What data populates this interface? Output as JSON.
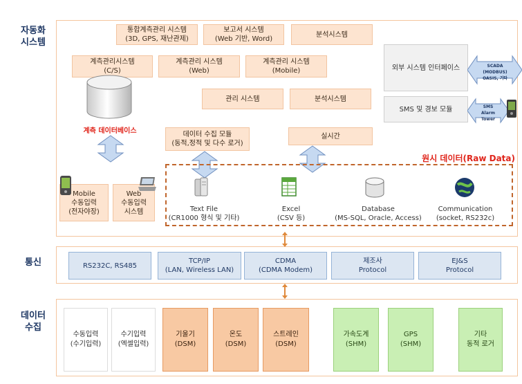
{
  "sections": {
    "automation": "자동화\n시스템",
    "comm": "통신",
    "collect": "데이터\n수집"
  },
  "top_boxes": {
    "integrated": "통합계측관리 시스템\n(3D, GPS, 재난관제)",
    "report": "보고서 시스템\n(Web 기반, Word)",
    "analysis1": "분석시스템",
    "mgmt_cs": "계측관리시스템\n(C/S)",
    "mgmt_web": "계측관리 시스템\n(Web)",
    "mgmt_mobile": "계측관리 시스템\n(Mobile)",
    "admin": "관리 시스템",
    "analysis2": "분석시스템",
    "ext_interface": "외부 시스템 인터페이스",
    "sms": "SMS 및 경보 모듈",
    "collector": "데이터 수집 모듈\n(동적,정적 및 다수 로거)",
    "realtime": "실시간"
  },
  "arrows": {
    "scada": "SCADA (MODBUS)\nOASIS, 기타",
    "sms_arrow": "SMS\nAlarm Tower"
  },
  "db_label": "계측 데이터베이스",
  "raw_data_title": "원시 데이터(Raw Data)",
  "inputs": {
    "mobile": "Mobile\n수동입력\n(전자야장)",
    "web": "Web\n수동입력\n시스템"
  },
  "sources": [
    {
      "label": "Text File\n(CR1000 형식 및 기타)",
      "icon": "text-file-icon"
    },
    {
      "label": "Excel\n(CSV 등)",
      "icon": "excel-icon"
    },
    {
      "label": "Database\n(MS-SQL, Oracle, Access)",
      "icon": "database-icon"
    },
    {
      "label": "Communication\n(socket, RS232c)",
      "icon": "globe-icon"
    }
  ],
  "comm_boxes": [
    "RS232C, RS485",
    "TCP/IP\n(LAN, Wireless LAN)",
    "CDMA\n(CDMA Modem)",
    "제조사\nProtocol",
    "EJ&S\nProtocol"
  ],
  "collect_boxes": [
    {
      "label": "수동입력\n(수기입력)",
      "kind": "white"
    },
    {
      "label": "수기입력\n(엑셀입력)",
      "kind": "white"
    },
    {
      "label": "기울기\n(DSM)",
      "kind": "orange"
    },
    {
      "label": "온도\n(DSM)",
      "kind": "orange"
    },
    {
      "label": "스트레인\n(DSM)",
      "kind": "orange"
    },
    {
      "label": "가속도계\n(SHM)",
      "kind": "green"
    },
    {
      "label": "GPS\n(SHM)",
      "kind": "green"
    },
    {
      "label": "기타\n동적 로거",
      "kind": "green"
    }
  ],
  "colors": {
    "panel_border": "#f4c59e",
    "orange_box": "#fde4d0",
    "blue_box": "#dce6f2",
    "arrow": "#c6d9f1",
    "raw_border": "#c0652b",
    "red_text": "#e0251b"
  }
}
